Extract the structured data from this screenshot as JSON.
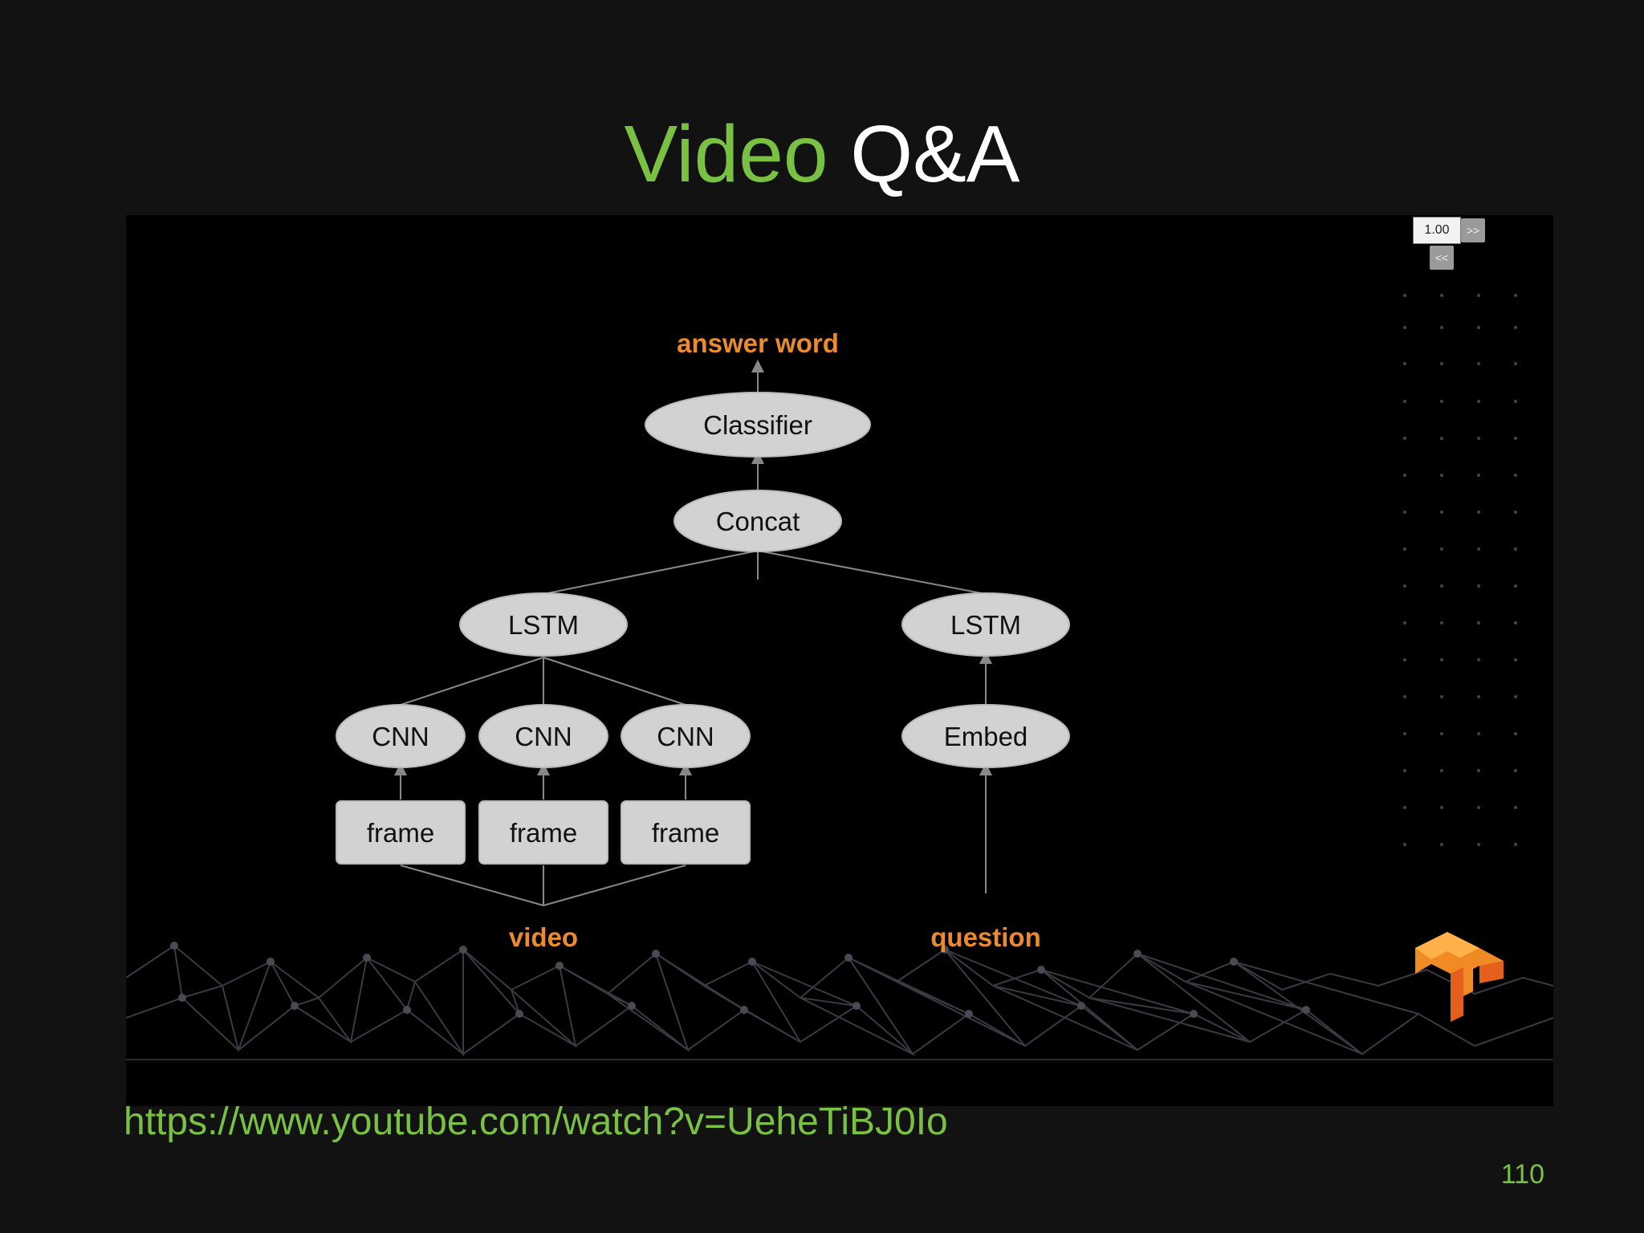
{
  "slide": {
    "title_part1": "Video",
    "title_part2": "Q&A",
    "url": "https://www.youtube.com/watch?v=UeheTiBJ0Io",
    "page_number": "110",
    "colors": {
      "accent": "#7ac143",
      "background": "#121213",
      "diagram_orange": "#e98b2e",
      "node_fill": "#d2d2d2"
    }
  },
  "video": {
    "speed": "1.00",
    "speed_up_label": ">>",
    "speed_down_label": "<<"
  },
  "diagram": {
    "answer": "answer word",
    "classifier": "Classifier",
    "concat": "Concat",
    "lstm_video": "LSTM",
    "lstm_question": "LSTM",
    "cnn": [
      "CNN",
      "CNN",
      "CNN"
    ],
    "embed": "Embed",
    "frames": [
      "frame",
      "frame",
      "frame"
    ],
    "video_label": "video",
    "question_label": "question"
  },
  "logo": {
    "icon": "tensorflow-logo-icon"
  }
}
